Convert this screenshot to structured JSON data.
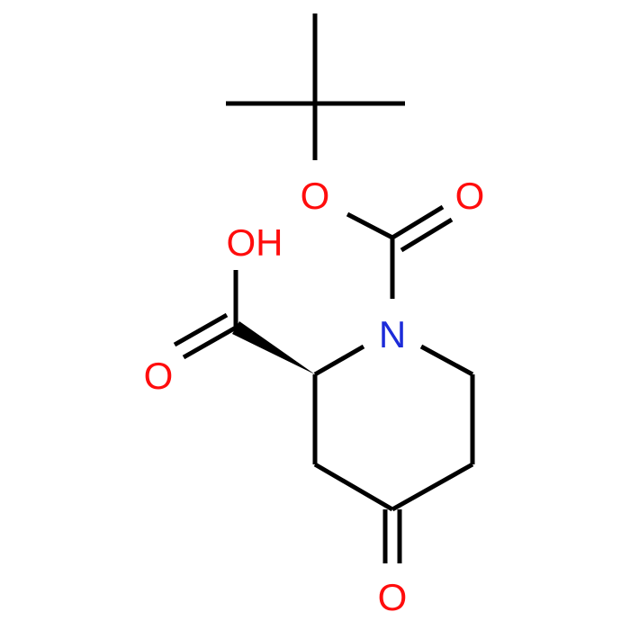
{
  "molecule": {
    "atoms": {
      "ester_o": "O",
      "carbonyl_o_boc": "O",
      "nitrogen": "N",
      "acid_oh": "OH",
      "acid_carbonyl_o": "O",
      "ketone_o": "O"
    }
  },
  "colors": {
    "bond": "#000000",
    "oxygen": "#ff0d0d",
    "nitrogen": "#1c2bd9"
  }
}
